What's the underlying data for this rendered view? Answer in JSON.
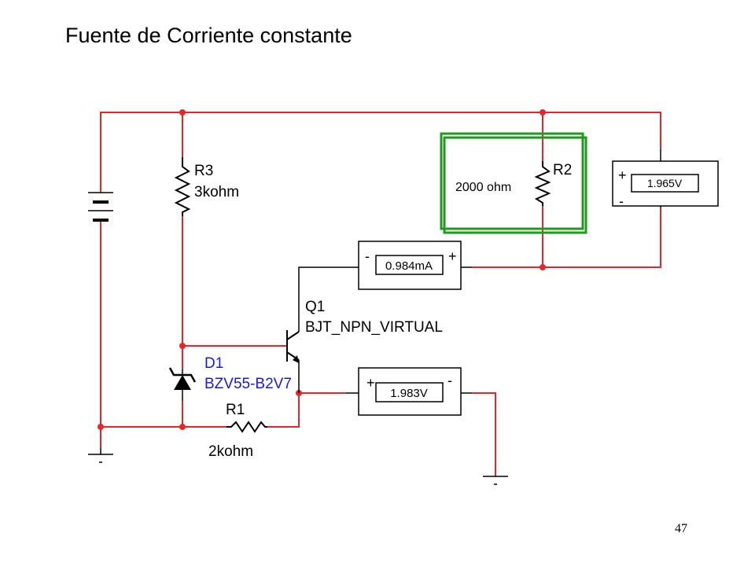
{
  "title": "Fuente de Corriente constante",
  "page_number": "47",
  "components": {
    "r3": {
      "name": "R3",
      "value": "3kohm"
    },
    "r2": {
      "name": "R2",
      "value": "2000 ohm"
    },
    "q1": {
      "name": "Q1",
      "model": "BJT_NPN_VIRTUAL"
    },
    "d1": {
      "name": "D1",
      "model": "BZV55-B2V7"
    },
    "r1": {
      "name": "R1",
      "value": "2kohm"
    }
  },
  "meters": {
    "voltmeter_r2": {
      "reading": "1.965V",
      "plus": "+",
      "minus": "-"
    },
    "ammeter": {
      "reading": "0.984mA",
      "plus": "+",
      "minus": "-"
    },
    "voltmeter_emitter": {
      "reading": "1.983V",
      "plus": "+",
      "minus": "-"
    }
  },
  "colors": {
    "wire": "#e8262a",
    "component": "#000000",
    "highlight": "#1e9a1e",
    "diode_label": "#1a1ad8"
  }
}
